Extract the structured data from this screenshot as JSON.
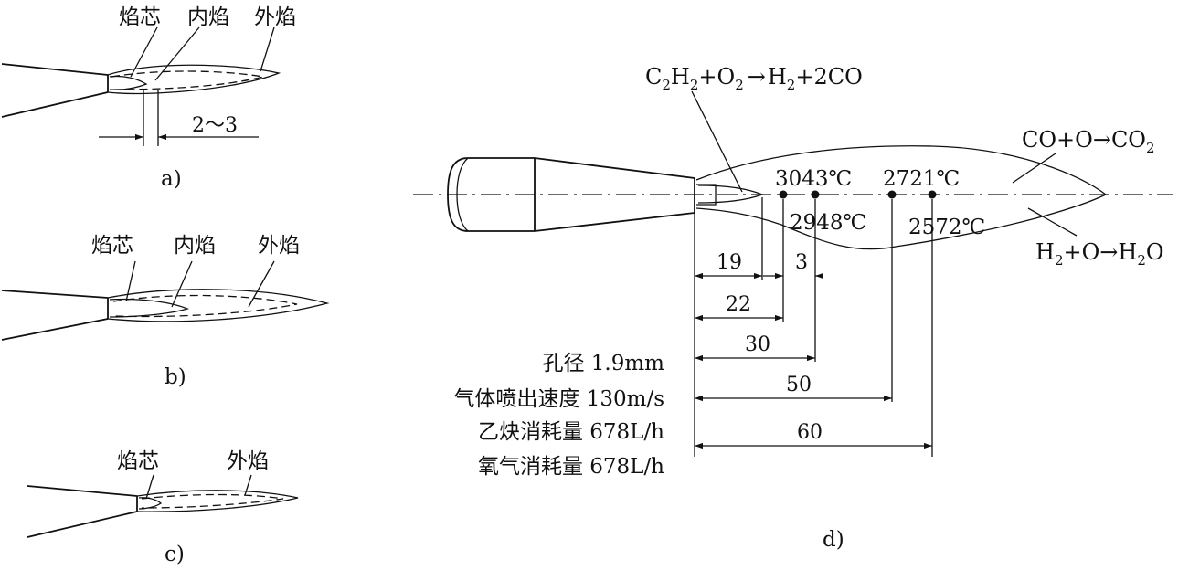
{
  "panel_a": {
    "labels": [
      "焰芯",
      "内焰",
      "外焰"
    ],
    "dimension": "2～3",
    "caption": "a)"
  },
  "panel_b": {
    "labels": [
      "焰芯",
      "内焰",
      "外焰"
    ],
    "caption": "b)"
  },
  "panel_c": {
    "labels": [
      "焰芯",
      "外焰"
    ],
    "caption": "c)"
  },
  "panel_d": {
    "reaction_top": {
      "lhs": "C",
      "s1": "2",
      "m1": "H",
      "s2": "2",
      "plus": "+O",
      "s3": "2",
      "arrow": "→",
      "rhs1": "H",
      "s4": "2",
      "rhs2": "+2CO"
    },
    "reaction_right_top": {
      "lhs": "CO+O",
      "arrow": "→",
      "rhs": "CO",
      "sub": "2"
    },
    "reaction_right_bottom": {
      "lhs": "H",
      "sub1": "2",
      "mid": "+O",
      "arrow": "→",
      "rhs": "H",
      "sub2": "2",
      "end": "O"
    },
    "temperatures": [
      "3043℃",
      "2948℃",
      "2721℃",
      "2572℃"
    ],
    "dimensions": [
      "19",
      "3",
      "22",
      "30",
      "50",
      "60"
    ],
    "specs": [
      "孔径 1.9mm",
      "气体喷出速度 130m/s",
      "乙炔消耗量 678L/h",
      "氧气消耗量 678L/h"
    ],
    "caption": "d)"
  }
}
